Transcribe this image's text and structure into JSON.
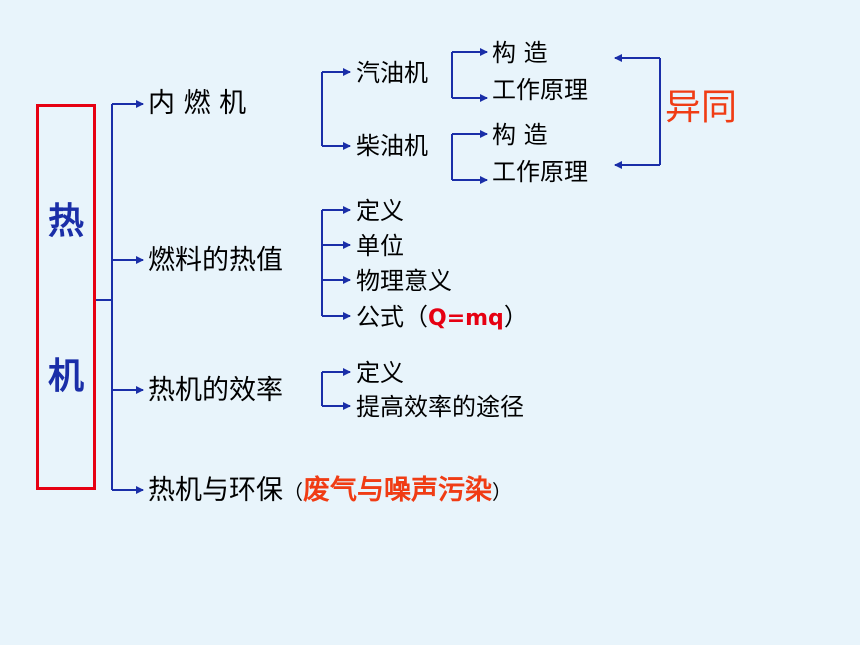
{
  "root": {
    "char1": "热",
    "char2": "机"
  },
  "branches": {
    "ice": {
      "label": "内  燃  机",
      "petrol": {
        "label": "汽油机",
        "structure": "构    造",
        "principle": "工作原理"
      },
      "diesel": {
        "label": "柴油机",
        "structure": "构    造",
        "principle": "工作原理"
      },
      "compare": "异同"
    },
    "fuel_heat": {
      "label": "燃料的热值",
      "items": [
        "定义",
        "单位",
        "物理意义"
      ],
      "formula_prefix": "公式（",
      "formula": "Q=mq",
      "formula_suffix": "）"
    },
    "efficiency": {
      "label": "热机的效率",
      "items": [
        "定义",
        "提高效率的途径"
      ]
    },
    "environment": {
      "label": "热机与环保",
      "open": "（",
      "pollution": "废气与噪声污染",
      "close": "）"
    }
  },
  "colors": {
    "arrow": "#1a2ea8",
    "root_border": "#e60012",
    "highlight": "#f03c14"
  }
}
